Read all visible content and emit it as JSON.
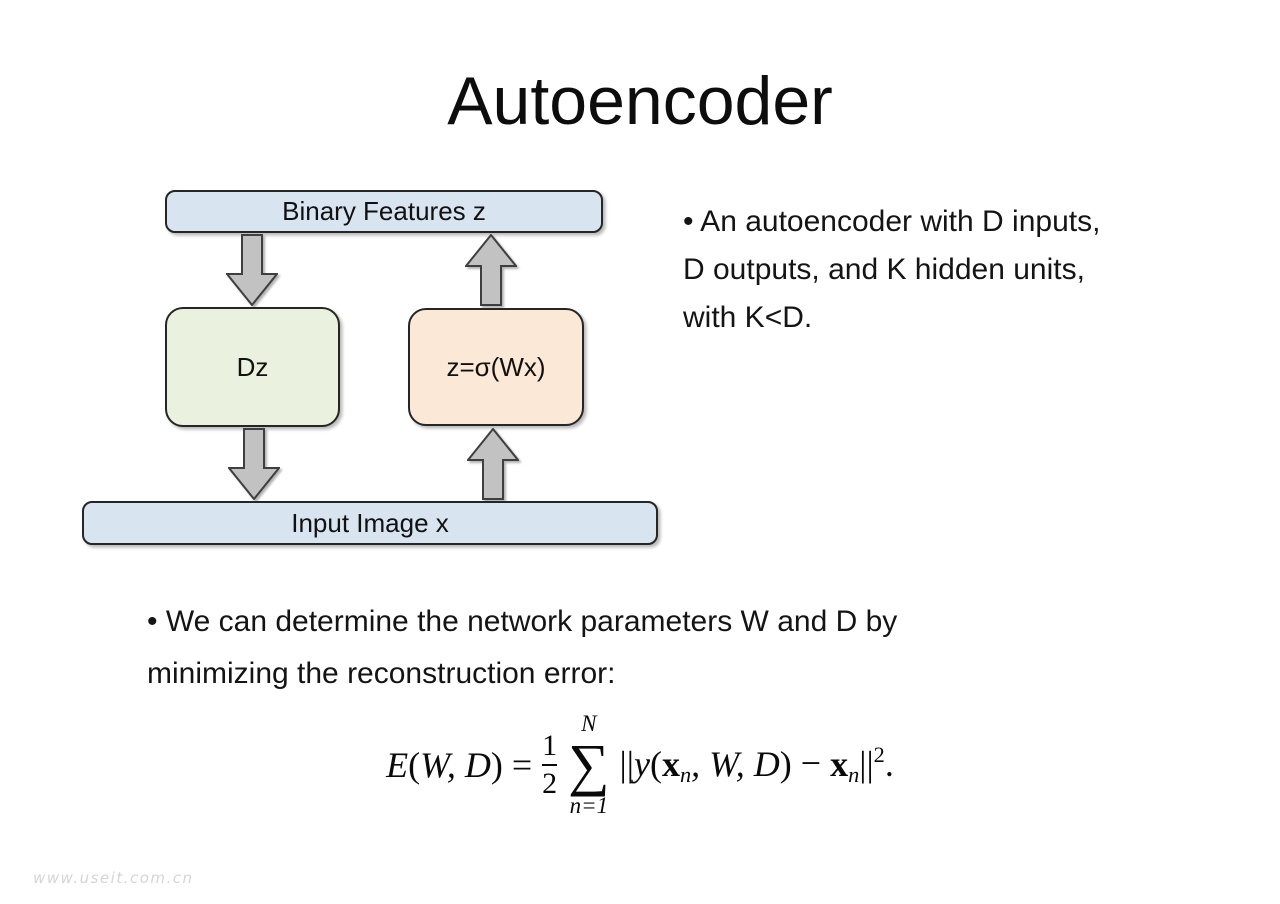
{
  "title": "Autoencoder",
  "diagram": {
    "top_box": "Binary Features z",
    "left_box": "Dz",
    "right_box": "z=σ(Wx)",
    "bottom_box": "Input Image x",
    "icons": [
      "arrow-down",
      "arrow-up",
      "arrow-down",
      "arrow-up"
    ]
  },
  "colors": {
    "box_blue": "#d9e4f1",
    "box_green": "#ebf1df",
    "box_peach": "#fce8d7",
    "box_border": "#262626",
    "arrow_fill": "#c2c2c2",
    "arrow_stroke": "#3f3f3f",
    "text": "#111111",
    "watermark": "#d5d5d5"
  },
  "bullet_right": {
    "line1": "• An autoencoder with D inputs,",
    "line2": "D outputs, and K hidden units,",
    "line3": "with K<D."
  },
  "bullet_bottom": {
    "line1": "• We can determine the network parameters W and D by",
    "line2": "minimizing the reconstruction error:"
  },
  "formula": {
    "e": "E",
    "lp": "(",
    "wd": "W, D",
    "rp": ")",
    "eq": " = ",
    "num": "1",
    "den": "2",
    "upper": "N",
    "sigma": "∑",
    "lower": "n=1",
    "bar_open": "||",
    "y": "y",
    "lp2": "(",
    "x1": "x",
    "sub1": "n",
    "mid": ", W, D",
    "rp2": ")",
    "minus": "−",
    "x2": "x",
    "sub2": "n",
    "bar_close": "||",
    "power": "2",
    "period": "."
  },
  "watermark": "www.useit.com.cn"
}
